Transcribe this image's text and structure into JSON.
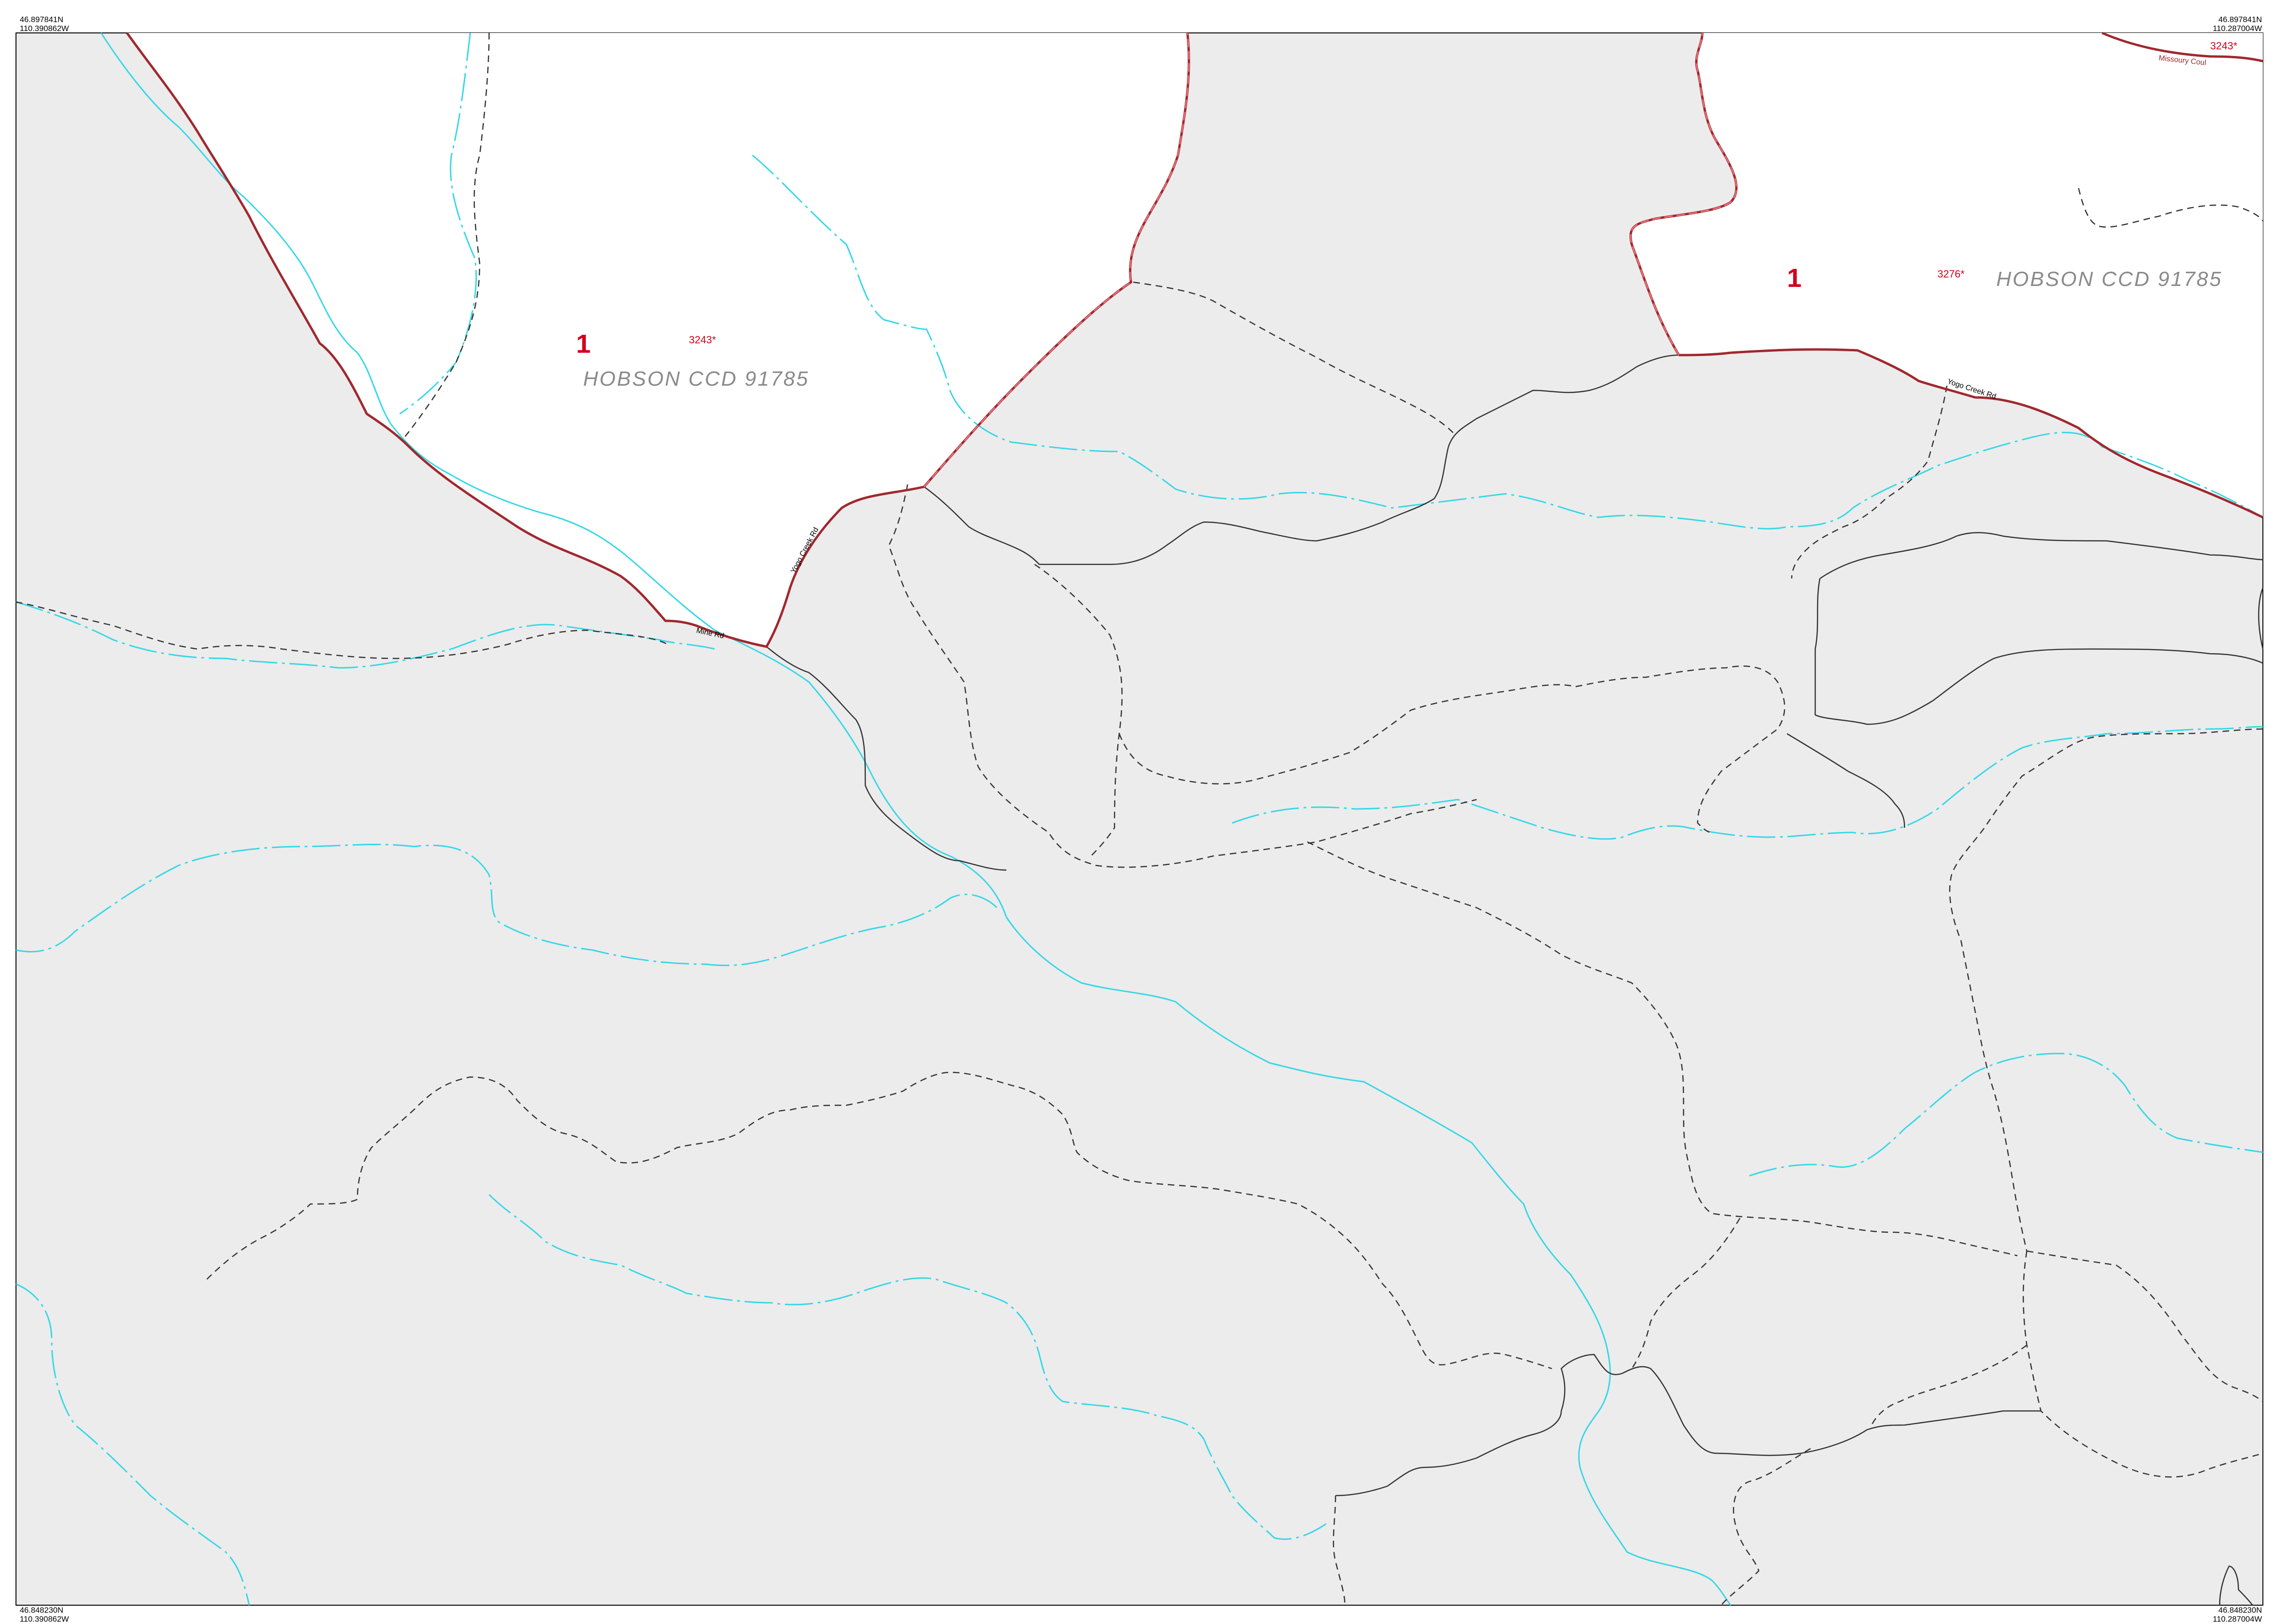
{
  "corners": {
    "top_left": {
      "lat": "46.897841N",
      "lon": "110.390862W"
    },
    "top_right": {
      "lat": "46.897841N",
      "lon": "110.287004W"
    },
    "bottom_left": {
      "lat": "46.848230N",
      "lon": "110.390862W"
    },
    "bottom_right": {
      "lat": "46.848230N",
      "lon": "110.287004W"
    }
  },
  "places": [
    {
      "name": "HOBSON CCD 91785"
    },
    {
      "name": "HOBSON CCD 91785"
    }
  ],
  "district_numbers": [
    "1",
    "1"
  ],
  "block_codes": [
    "3243*",
    "3276*",
    "3243*"
  ],
  "road_labels": [
    "Mine Rd",
    "Yogo Creek Rd",
    "Yogo Creek Rd",
    "Missoury Coul"
  ],
  "colors": {
    "background": "#ececec",
    "ccd_fill": "#ffffff",
    "boundary": "#a0282e",
    "boundary_overlay": "#e8707a",
    "water": "#35d7e6",
    "road": "#333333",
    "label_red": "#d0001a",
    "label_gray": "#8a8a8a"
  }
}
